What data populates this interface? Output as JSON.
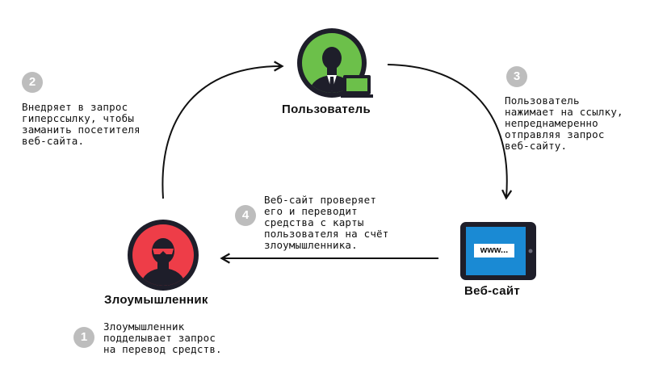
{
  "nodes": {
    "user": {
      "label": "Пользователь",
      "color": "#6cc04a"
    },
    "attacker": {
      "label": "Злоумышленник",
      "color": "#ee3d48"
    },
    "website": {
      "label": "Веб-сайт",
      "screen_text": "www..."
    }
  },
  "steps": [
    {
      "number": "1",
      "text": "Злоумышленник\nподделывает запрос\nна перевод средств."
    },
    {
      "number": "2",
      "text": "Внедряет в запрос\nгиперссылку, чтобы\nзаманить посетителя\nвеб-сайта."
    },
    {
      "number": "3",
      "text": "Пользователь\nнажимает на ссылку,\nнепреднамеренно\nотправляя запрос\nвеб-сайту."
    },
    {
      "number": "4",
      "text": "Веб-сайт проверяет\nего и переводит\nсредства с карты\nпользователя на счёт\nзлоумышленника."
    }
  ],
  "colors": {
    "dark": "#1e1e2a",
    "badge": "#bdbdbd",
    "tablet_screen": "#1a8ad4"
  }
}
